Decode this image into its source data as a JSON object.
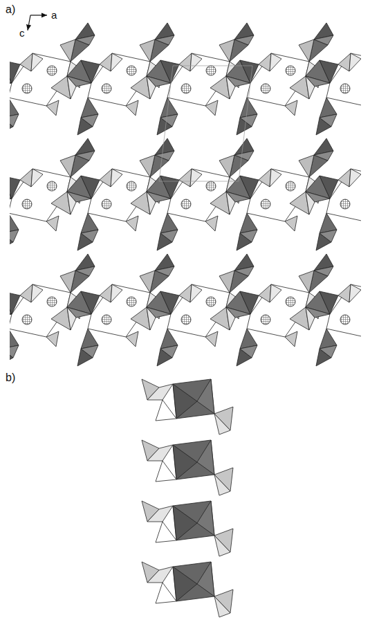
{
  "diagram": {
    "labels": [
      "a)",
      "c",
      "a",
      "b)"
    ]
  }
}
